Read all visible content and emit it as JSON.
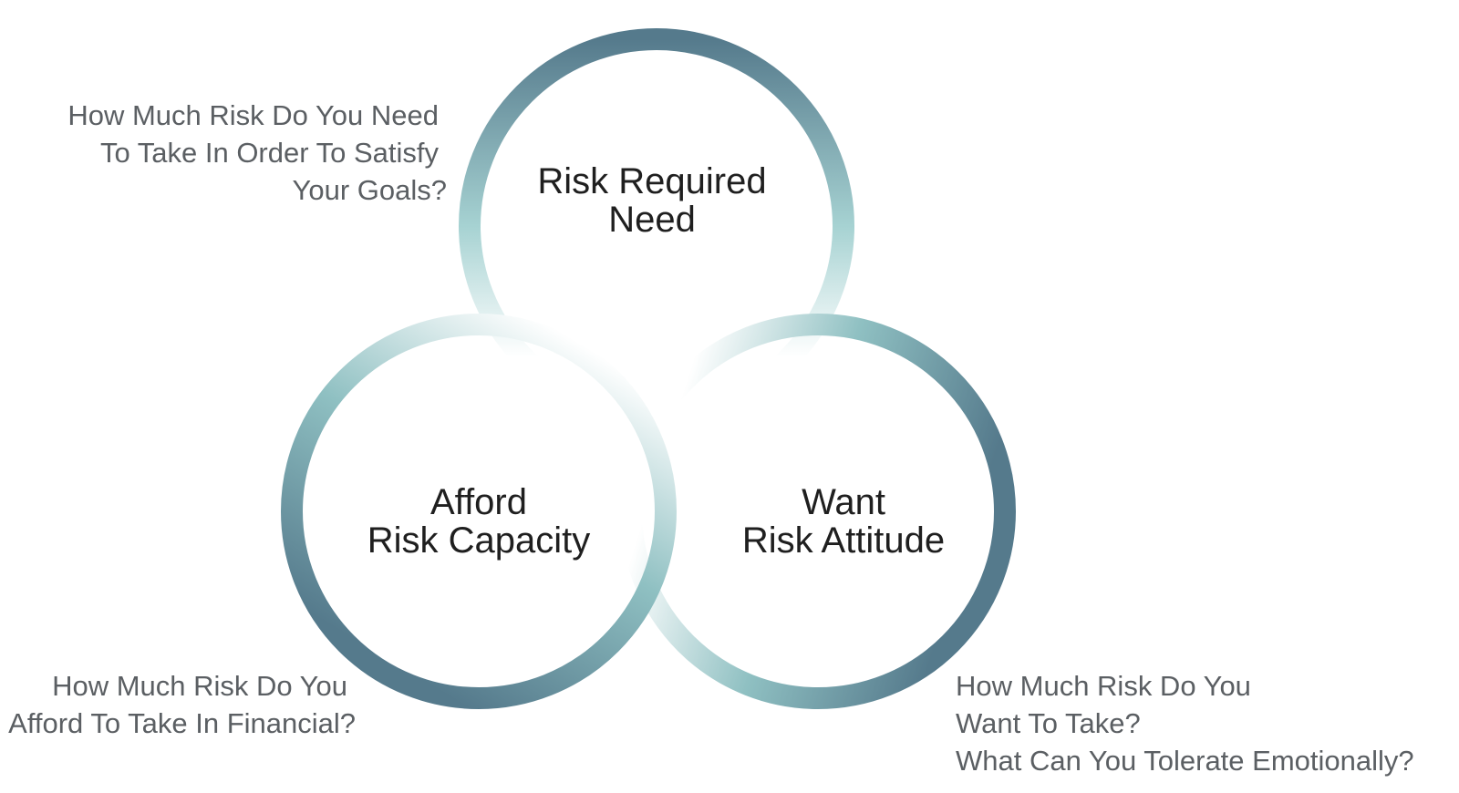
{
  "circles": {
    "need": {
      "title": "Risk Required",
      "subtitle": "Need"
    },
    "afford": {
      "title": "Afford",
      "subtitle": "Risk Capacity"
    },
    "want": {
      "title": "Want",
      "subtitle": "Risk Attitude"
    }
  },
  "questions": {
    "need": [
      "How Much Risk Do You Need",
      "To Take In Order To Satisfy",
      "Your Goals?"
    ],
    "afford": [
      "How Much Risk Do You",
      "Afford To Take In Financial?"
    ],
    "want": [
      "How Much Risk Do You",
      "Want To Take?",
      "What Can You Tolerate Emotionally?"
    ]
  },
  "colors": {
    "ring_dark": "#557a8c",
    "ring_mid": "#86b5b8",
    "ring_light": "#ffffff"
  }
}
